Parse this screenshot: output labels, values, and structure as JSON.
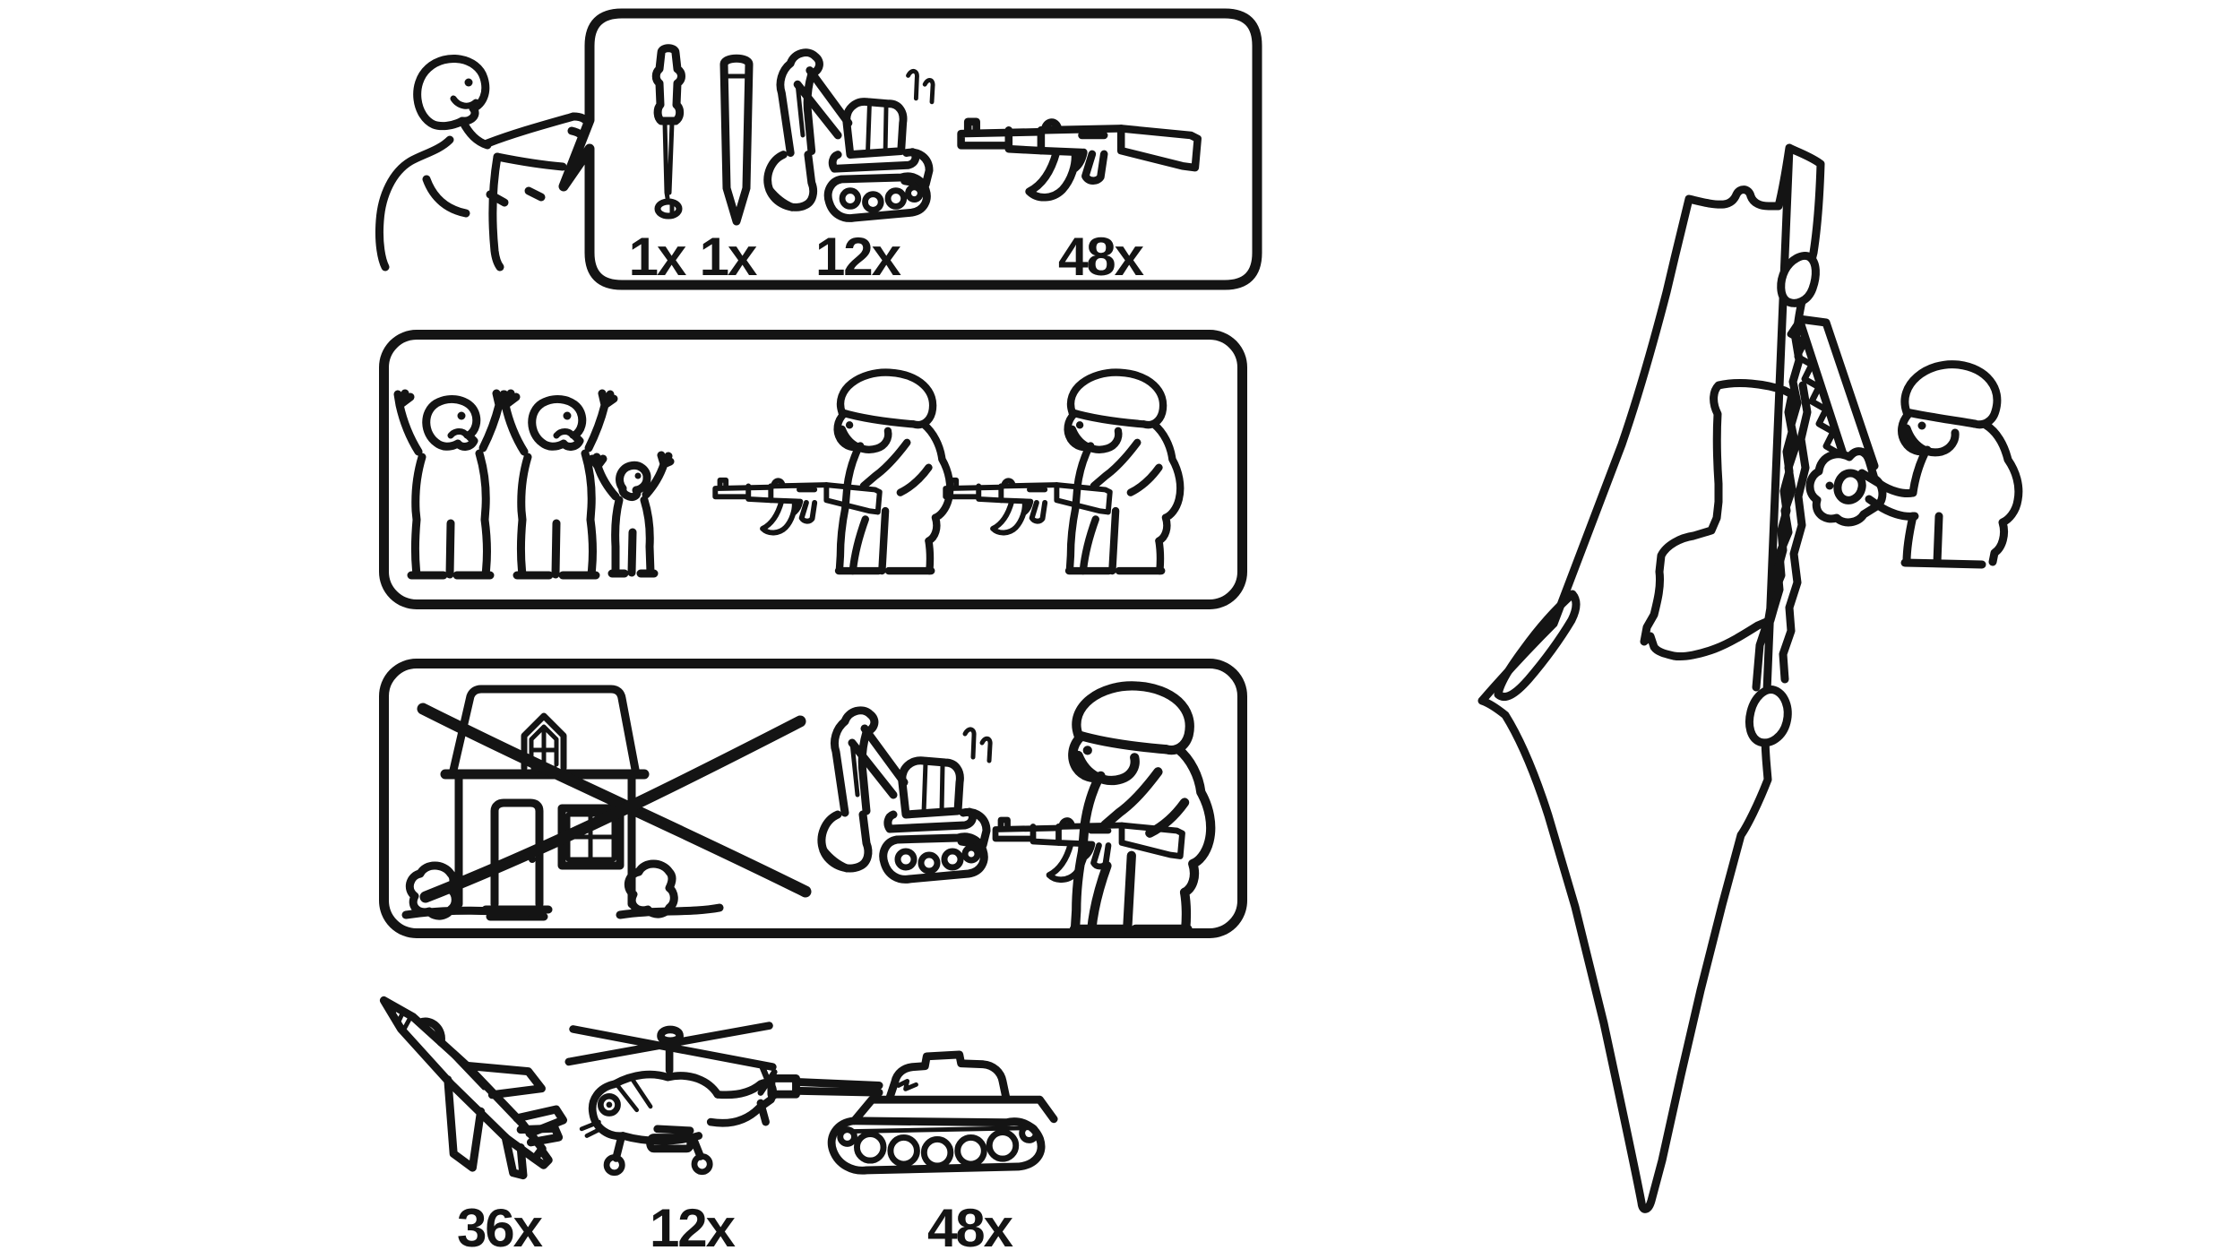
{
  "colors": {
    "ink": "#141414",
    "paper": "#ffffff"
  },
  "parts_box": {
    "items": [
      {
        "name": "awl-tool",
        "qty": "1x"
      },
      {
        "name": "pencil",
        "qty": "1x"
      },
      {
        "name": "excavator",
        "qty": "12x"
      },
      {
        "name": "assault-rifle",
        "qty": "48x"
      }
    ]
  },
  "arsenal": {
    "items": [
      {
        "name": "fighter-jet",
        "qty": "36x"
      },
      {
        "name": "attack-helicopter",
        "qty": "12x"
      },
      {
        "name": "tank",
        "qty": "48x"
      }
    ]
  }
}
